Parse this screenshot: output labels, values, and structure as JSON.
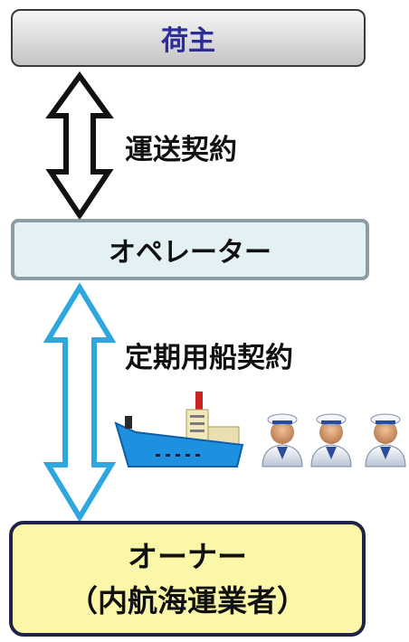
{
  "shipper": {
    "label": "荷主"
  },
  "operator": {
    "label": "オペレーター"
  },
  "owner": {
    "label": "オーナー",
    "sublabel": "（内航海運業者）"
  },
  "contracts": {
    "carriage": "運送契約",
    "time_charter": "定期用船契約"
  },
  "icons": [
    "double-arrow-icon",
    "cargo-ship-icon",
    "sailor-icon"
  ],
  "colors": {
    "shipper_text": "#2c2c9a",
    "carriage_arrow": "#111111",
    "charter_arrow": "#2ea7df",
    "operator_fill": "#e3f1f4",
    "owner_fill": "#faf7a8",
    "ship_hull": "#1e90e0"
  }
}
